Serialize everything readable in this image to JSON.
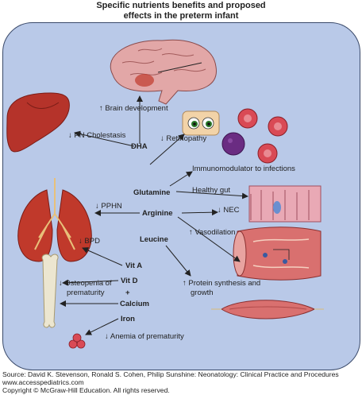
{
  "title": {
    "line1": "Specific nutrients benefits and proposed",
    "line2": "effects in the preterm infant"
  },
  "nutrients": {
    "dha": "DHA",
    "glutamine": "Glutamine",
    "arginine": "Arginine",
    "leucine": "Leucine",
    "vit_a": "Vit A",
    "vit_d": "Vit D",
    "plus": "+",
    "calcium": "Calcium",
    "iron": "Iron"
  },
  "effects": {
    "brain_development": "Brain development",
    "pn_cholestasis": "PN Cholestasis",
    "retinopathy": "Retinopathy",
    "immunomodulator": "Immunomodulator to infections",
    "healthy_gut": "Healthy gut",
    "nec": "NEC",
    "pphn": "PPHN",
    "vasodilation": "Vasodilation",
    "bpd": "BPD",
    "protein_synthesis_1": "Protein synthesis and",
    "protein_synthesis_2": "growth",
    "osteopenia_1": "Osteopenia of",
    "osteopenia_2": "prematurity",
    "anemia": "Anemia of prematurity"
  },
  "footer": {
    "source": "Source: David K. Stevenson, Ronald S. Cohen, Philip Sunshine: Neonatology: Clinical Practice and Procedures",
    "site": "www.accesspediatrics.com",
    "copyright": "Copyright © McGraw-Hill Education.  All rights reserved."
  },
  "colors": {
    "panel_background": "#b9c9e8",
    "panel_border": "#3a4a6a",
    "organ_red": "#c0392b",
    "brain_pink": "#e2a7a7",
    "muscle_pink": "#d9706f",
    "cell_purple": "#6a2c82"
  }
}
